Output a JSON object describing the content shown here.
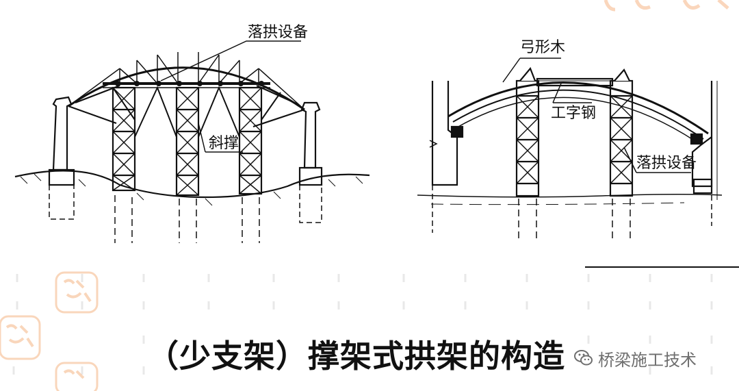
{
  "left_diagram": {
    "label_top": "落拱设备",
    "label_mid": "斜撑"
  },
  "right_diagram": {
    "label_top": "弓形木",
    "label_mid": "工字钢",
    "label_right": "落拱设备"
  },
  "caption": "（少支架）撑架式拱架的构造",
  "watermark": {
    "text": "桥梁施工技术",
    "icon": "wechat-icon"
  },
  "colors": {
    "line": "#111111",
    "dash": "#e6e6e6",
    "stamp": "#f3a56a",
    "watermark_text": "#6e6e6e"
  }
}
